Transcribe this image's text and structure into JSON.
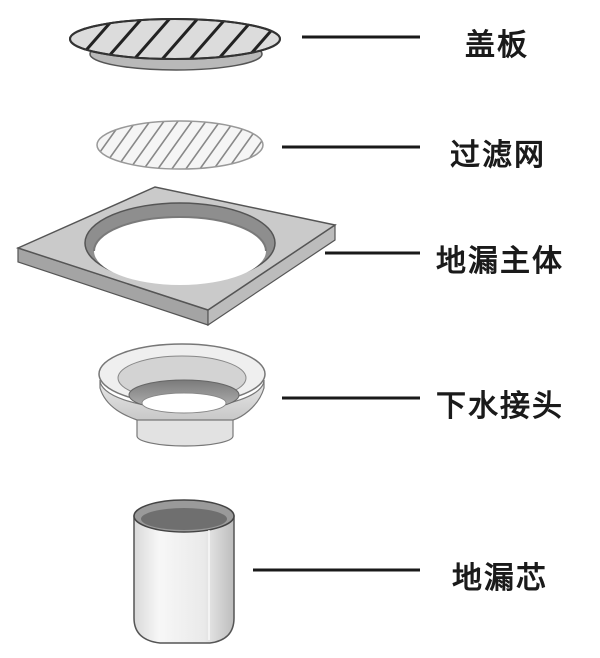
{
  "parts": [
    {
      "id": "cover",
      "label": "盖板"
    },
    {
      "id": "filter",
      "label": "过滤网"
    },
    {
      "id": "body",
      "label": "地漏主体"
    },
    {
      "id": "connector",
      "label": "下水接头"
    },
    {
      "id": "core",
      "label": "地漏芯"
    }
  ],
  "colors": {
    "outline": "#555555",
    "metal_light": "#ececec",
    "metal_mid": "#cfcfcf",
    "metal_dark": "#8f8f8f",
    "plate_top": "#c9c9c9",
    "plate_side": "#a9a9a9",
    "leader": "#1a1a1a"
  }
}
